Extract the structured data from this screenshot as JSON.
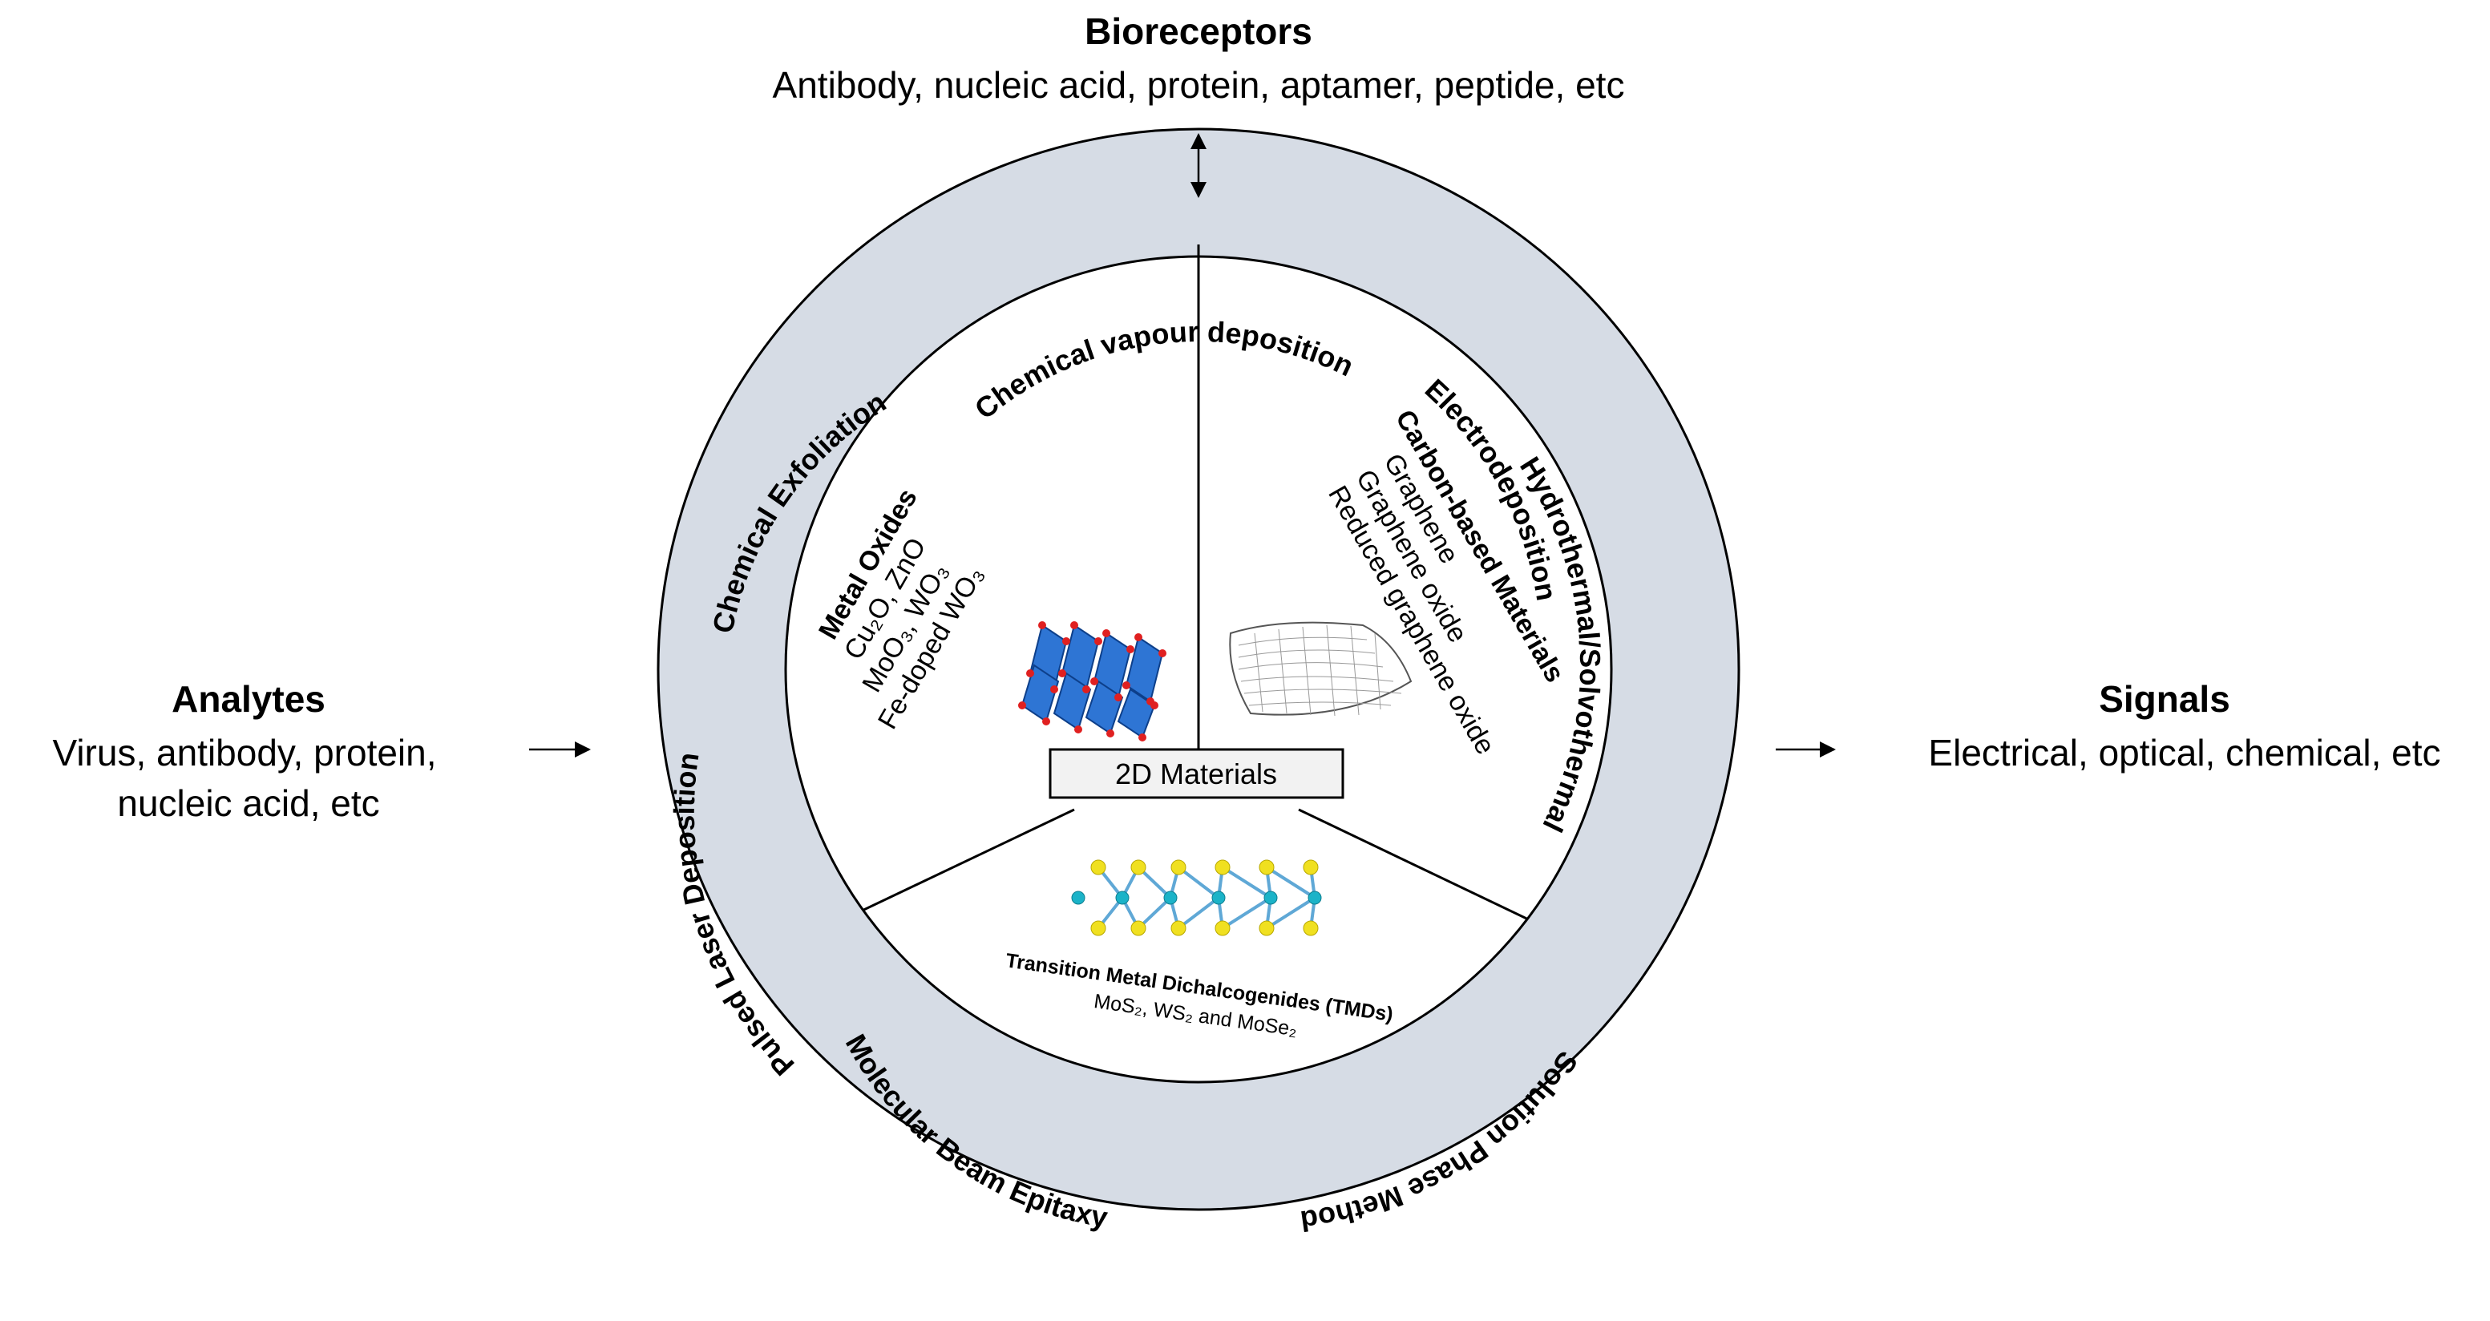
{
  "bioreceptors": {
    "title": "Bioreceptors",
    "text": "Antibody, nucleic acid, protein, aptamer, peptide, etc"
  },
  "analytes": {
    "title": "Analytes",
    "line1": "Virus, antibody, protein,",
    "line2": "nucleic acid, etc"
  },
  "signals": {
    "title": "Signals",
    "text": "Electrical, optical, chemical, etc"
  },
  "ring": {
    "cvd": "Chemical vapour deposition",
    "electrodeposition": "Electrodeposition",
    "hydrothermal": "Hydrothermal/Solvothermal",
    "solution_phase": "Solution Phase Method",
    "mbe": "Molecular Beam Epitaxy",
    "pld": "Pulsed Laser Deposition",
    "chemical_exfoliation": "Chemical Exfoliation"
  },
  "center_label": "2D Materials",
  "metal_oxides": {
    "title": "Metal Oxides",
    "line1": "Cu₂O, ZnO",
    "line2": "MoO₃, WO₃",
    "line3": "Fe-doped WO₃"
  },
  "carbon": {
    "title": "Carbon-based Materials",
    "line1": "Graphene",
    "line2": "Graphene oxide",
    "line3": "Reduced graphene oxide"
  },
  "tmd": {
    "title": "Transition Metal Dichalcogenides (TMDs)",
    "line1": "MoS₂, WS₂ and MoSe₂"
  },
  "colors": {
    "ring_fill": "#d6dce5",
    "outline": "#000000",
    "octahedra": "#2e75d4",
    "oxygen": "#e02020",
    "transition_metal": "#1bb3c8",
    "chalcogen": "#f0e020"
  }
}
